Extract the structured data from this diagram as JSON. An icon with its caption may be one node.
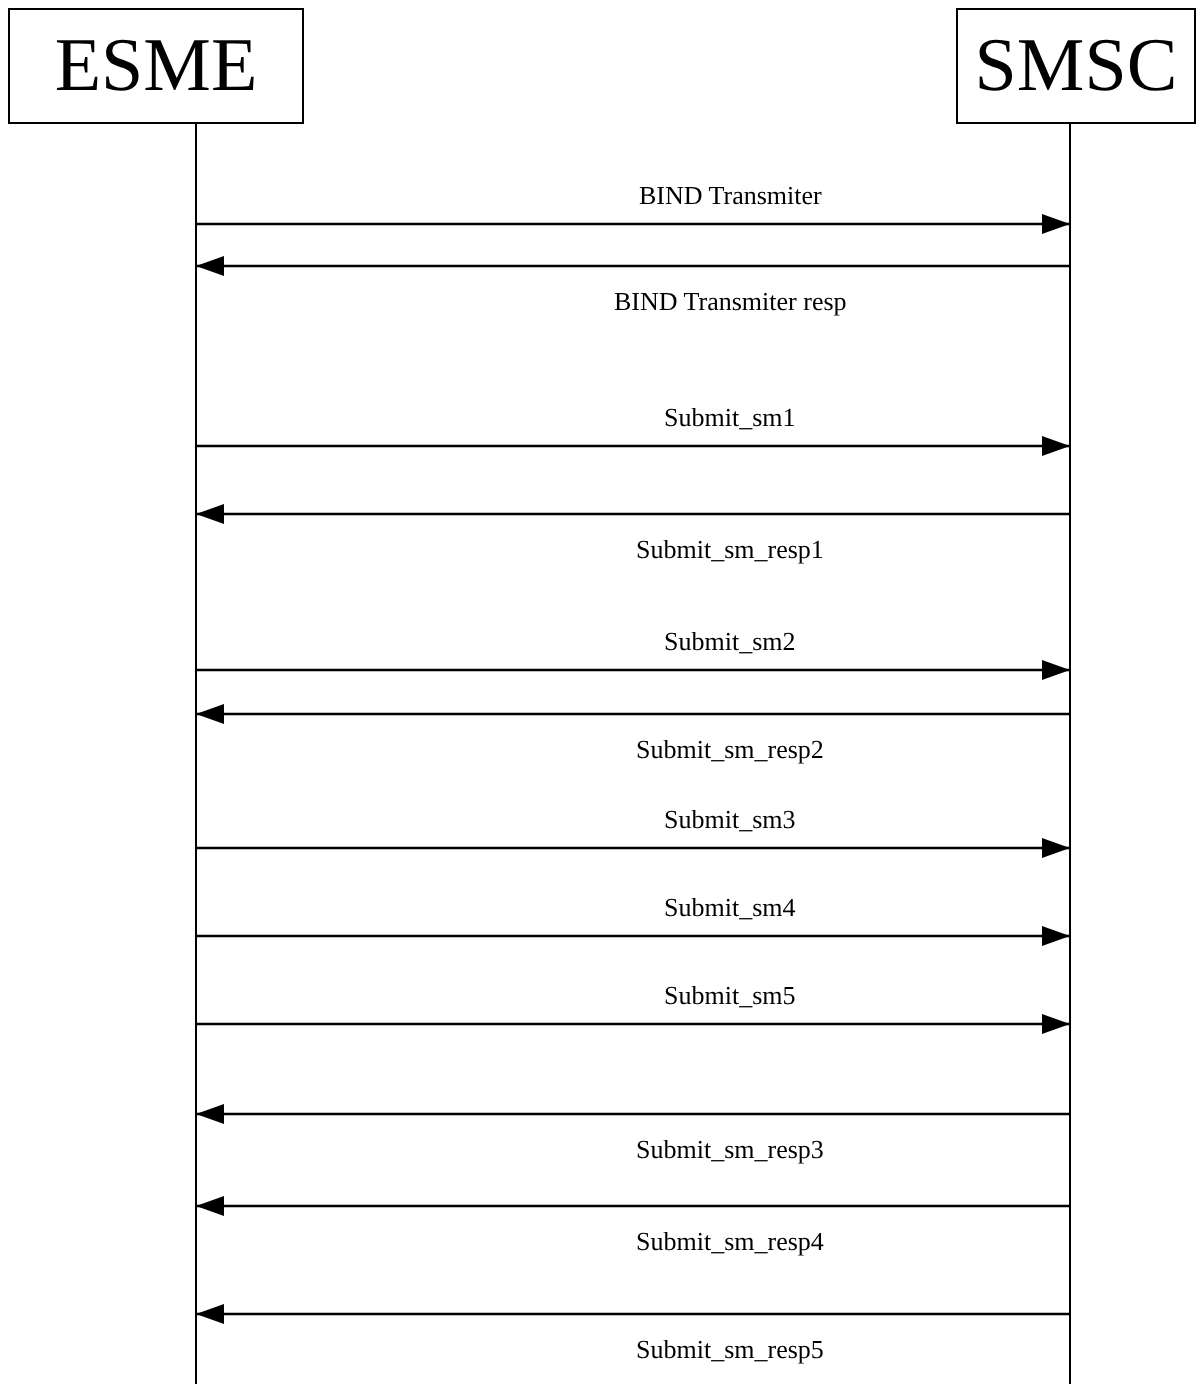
{
  "diagram": {
    "nodes": [
      {
        "text": [
          "ESME"
        ]
      },
      {
        "text": [
          "SMSC"
        ]
      }
    ],
    "edges": [
      {
        "from": 0,
        "to": 1,
        "arrow": "to",
        "label": "BIND Transmiter"
      },
      {
        "from": 1,
        "to": 0,
        "arrow": "to",
        "label": "BIND Transmiter resp"
      },
      {
        "from": 0,
        "to": 1,
        "arrow": "to",
        "label": "Submit_sm1"
      },
      {
        "from": 1,
        "to": 0,
        "arrow": "to",
        "label": "Submit_sm_resp1"
      },
      {
        "from": 0,
        "to": 1,
        "arrow": "to",
        "label": "Submit_sm2"
      },
      {
        "from": 1,
        "to": 0,
        "arrow": "to",
        "label": "Submit_sm_resp2"
      },
      {
        "from": 0,
        "to": 1,
        "arrow": "to",
        "label": "Submit_sm3"
      },
      {
        "from": 0,
        "to": 1,
        "arrow": "to",
        "label": "Submit_sm4"
      },
      {
        "from": 0,
        "to": 1,
        "arrow": "to",
        "label": "Submit_sm5"
      },
      {
        "from": 1,
        "to": 0,
        "arrow": "to",
        "label": "Submit_sm_resp3"
      },
      {
        "from": 1,
        "to": 0,
        "arrow": "to",
        "label": "Submit_sm_resp4"
      },
      {
        "from": 1,
        "to": 0,
        "arrow": "to",
        "label": "Submit_sm_resp5"
      }
    ]
  }
}
